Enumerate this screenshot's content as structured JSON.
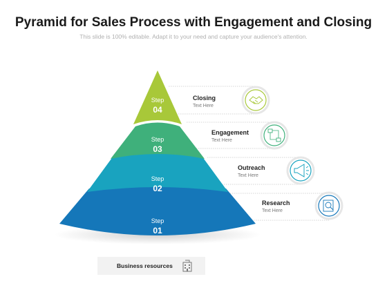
{
  "title": "Pyramid for Sales Process with Engagement and Closing",
  "subtitle": "This slide is 100% editable. Adapt it to your need and capture your audience's attention.",
  "steps": [
    {
      "step_word": "Step",
      "number": "04",
      "name": "Closing",
      "desc": "Text Here",
      "icon": "handshake-icon",
      "color": "#a8c839"
    },
    {
      "step_word": "Step",
      "number": "03",
      "name": "Engagement",
      "desc": "Text Here",
      "icon": "workflow-icon",
      "color": "#3fb07b"
    },
    {
      "step_word": "Step",
      "number": "02",
      "name": "Outreach",
      "desc": "Text Here",
      "icon": "megaphone-icon",
      "color": "#19a3bf"
    },
    {
      "step_word": "Step",
      "number": "01",
      "name": "Research",
      "desc": "Text Here",
      "icon": "research-icon",
      "color": "#1577b9"
    }
  ],
  "footer": {
    "label": "Business resources",
    "icon": "building-icon"
  }
}
